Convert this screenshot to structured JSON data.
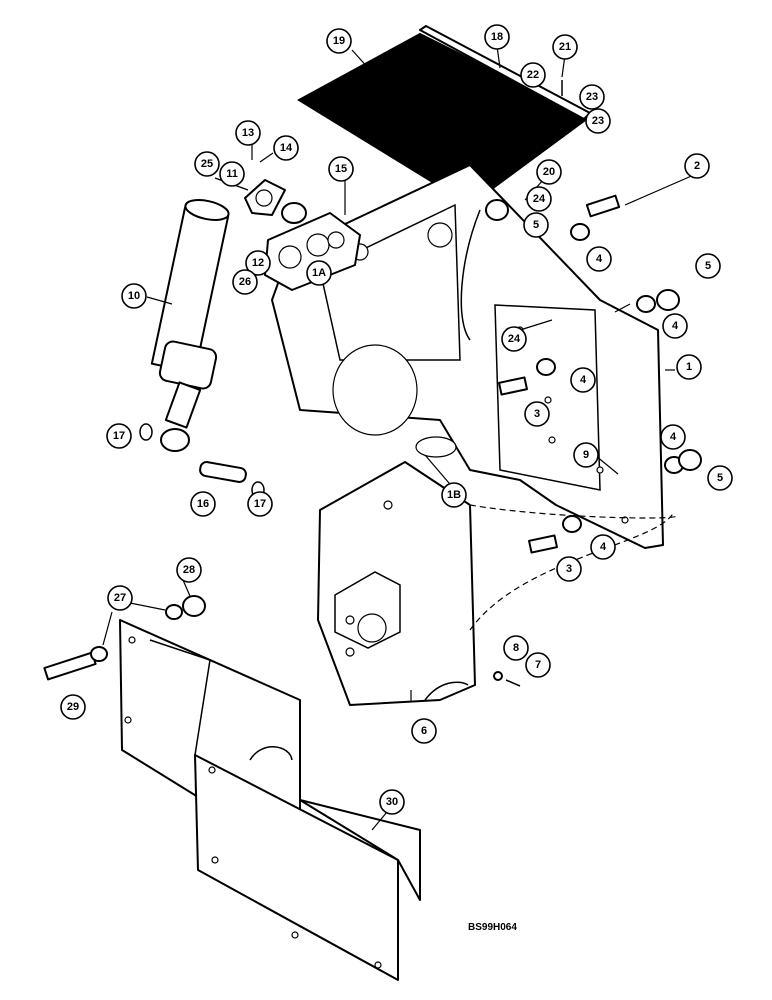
{
  "figure_code": "BS99H064",
  "callouts": [
    "19",
    "18",
    "21",
    "23",
    "22",
    "23",
    "13",
    "14",
    "25",
    "11",
    "15",
    "20",
    "24",
    "2",
    "5",
    "4",
    "12",
    "26",
    "1A",
    "10",
    "5",
    "4",
    "24",
    "4",
    "1",
    "3",
    "17",
    "16",
    "17",
    "1B",
    "9",
    "4",
    "5",
    "3",
    "4",
    "28",
    "27",
    "29",
    "8",
    "7",
    "6",
    "30"
  ]
}
